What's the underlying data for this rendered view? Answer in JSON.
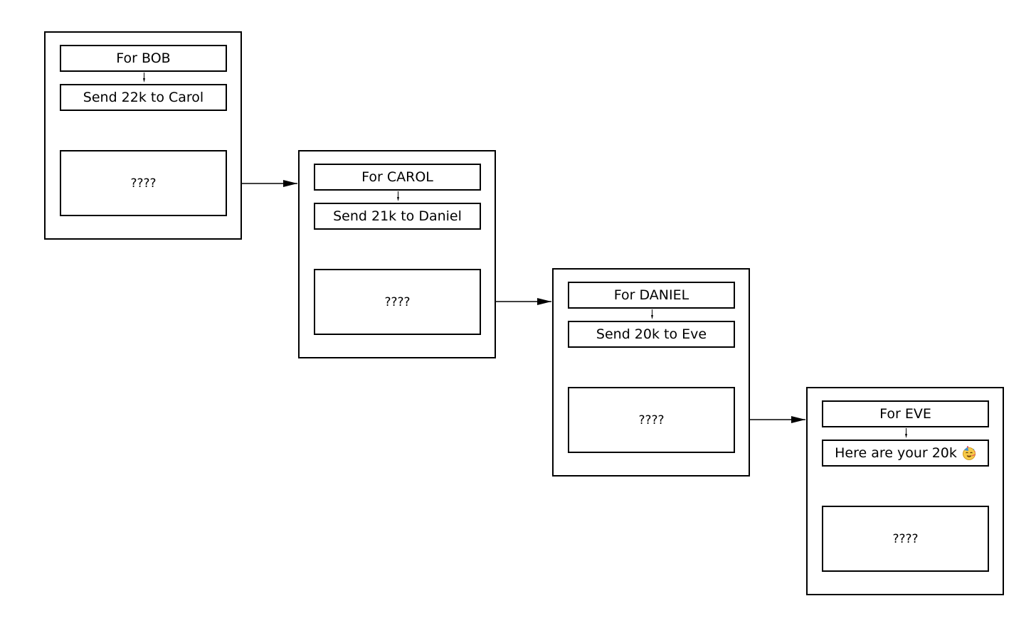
{
  "nodes": [
    {
      "recipient": "For BOB",
      "message": "Send 22k to Carol",
      "payload": "????"
    },
    {
      "recipient": "For CAROL",
      "message": "Send 21k to Daniel",
      "payload": "????"
    },
    {
      "recipient": "For DANIEL",
      "message": "Send 20k to Eve",
      "payload": "????"
    },
    {
      "recipient": "For EVE",
      "message": "Here are your 20k",
      "payload": "????",
      "icon": "party-face-emoji"
    }
  ],
  "colors": {
    "stroke": "#000000",
    "background": "#ffffff",
    "emoji_face": "#f7c948"
  }
}
